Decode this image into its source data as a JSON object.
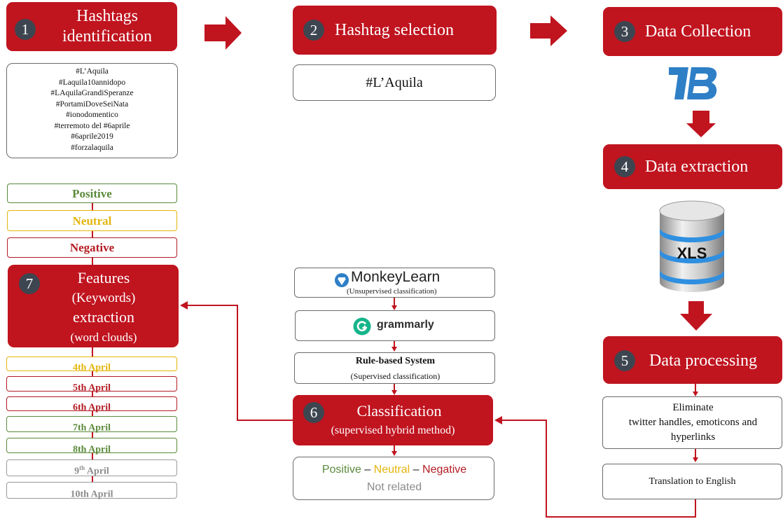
{
  "steps": {
    "s1": {
      "num": "1",
      "line1": "Hashtags",
      "line2": "identification"
    },
    "s2": {
      "num": "2",
      "title": "Hashtag selection"
    },
    "s3": {
      "num": "3",
      "title": "Data Collection"
    },
    "s4": {
      "num": "4",
      "title": "Data extraction"
    },
    "s5": {
      "num": "5",
      "title": "Data processing"
    },
    "s6": {
      "num": "6",
      "title": "Classification",
      "subtitle": "(supervised hybrid method)"
    },
    "s7": {
      "num": "7",
      "line1": "Features",
      "line2": "(Keywords)",
      "line3": "extraction",
      "line4": "(word clouds)"
    }
  },
  "hashtags": [
    "#L’Aquila",
    "#Laquila10annidopo",
    "#LAquilaGrandiSperanze",
    "#PortamiDoveSeiNata",
    "#ionodomentico",
    "#terremoto del #6aprile",
    "#6aprile2019",
    "#forzalaquila"
  ],
  "selected_hashtag": "#L’Aquila",
  "sentiments": {
    "positive": "Positive",
    "neutral": "Neutral",
    "negative": "Negative"
  },
  "dates": [
    {
      "day": "4th",
      "sup": "",
      "month": "April"
    },
    {
      "day": "5th",
      "sup": "",
      "month": "April"
    },
    {
      "day": "6th",
      "sup": "",
      "month": "April"
    },
    {
      "day": "7th",
      "sup": "",
      "month": "April"
    },
    {
      "day": "8th",
      "sup": "",
      "month": "April"
    },
    {
      "day": "9",
      "sup": "th",
      "month": "April"
    },
    {
      "day": "10th",
      "sup": "",
      "month": "April"
    }
  ],
  "date_colors": [
    "#e3b50c",
    "#b31b22",
    "#b31b22",
    "#5a8a3a",
    "#5a8a3a",
    "#8c8c8c",
    "#8c8c8c"
  ],
  "tools": {
    "monkeylearn": {
      "name": "MonkeyLearn",
      "sub": "(Unsupervised classification)"
    },
    "grammarly": {
      "name": "grammarly"
    },
    "rules": {
      "name": "Rule-based System",
      "sub": "(Supervised classification)"
    }
  },
  "result": {
    "positive": "Positive",
    "dash1": " – ",
    "neutral": "Neutral",
    "dash2": " – ",
    "negative": "Negative",
    "other": "Not related"
  },
  "processing": {
    "eliminate": {
      "l1": "Eliminate",
      "l2": "twitter handles, emoticons and",
      "l3": "hyperlinks"
    },
    "translate": "Translation  to English"
  },
  "db_label": "XLS",
  "colors": {
    "red": "#c0141f",
    "dark": "#3d4650",
    "positive": "#5a8a3a",
    "neutral": "#e3b50c",
    "negative": "#b31b22",
    "gray": "#8c8c8c",
    "blue": "#2f7fc7"
  },
  "icons": [
    "arrow-right-icon",
    "arrow-down-icon",
    "twitter-bot-logo-icon",
    "database-icon",
    "monkeylearn-logo-icon",
    "grammarly-logo-icon"
  ]
}
